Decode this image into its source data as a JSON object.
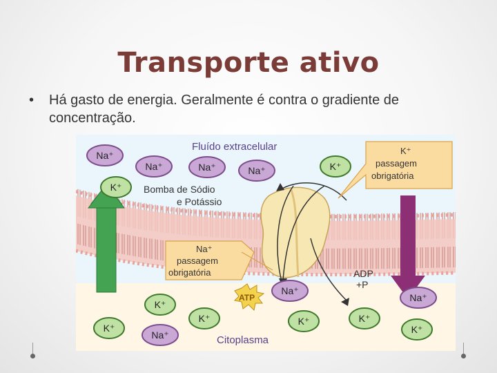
{
  "slide": {
    "title": "Transporte ativo",
    "bullet_symbol": "•",
    "bullet_text": "Há gasto de energia. Geralmente é contra o gradiente de concentração."
  },
  "figure": {
    "labels": {
      "extracellular": "Fluído extracelular",
      "pump_line1": "Bomba de Sódio",
      "pump_line2": "e Potássio",
      "k_box_line1": "K⁺",
      "k_box_line2": "passagem",
      "k_box_line3": "obrigatória",
      "na_box_line1": "Na⁺",
      "na_box_line2": "passagem",
      "na_box_line3": "obrigatória",
      "adp_line1": "ADP",
      "adp_line2": "+P",
      "atp": "ATP",
      "cytoplasm": "Citoplasma"
    },
    "ions": {
      "na": "Na⁺",
      "k": "K⁺"
    },
    "colors": {
      "na_fill": "#c9a8d6",
      "na_stroke": "#7d4c8c",
      "k_fill": "#bfe2a4",
      "k_stroke": "#3f7a2c",
      "membrane": "#f2b8b0",
      "green_arrow": "#44a352",
      "purple_arrow": "#8c2f74",
      "pump": "#f7e7b2",
      "callout": "#fbdca0"
    }
  }
}
